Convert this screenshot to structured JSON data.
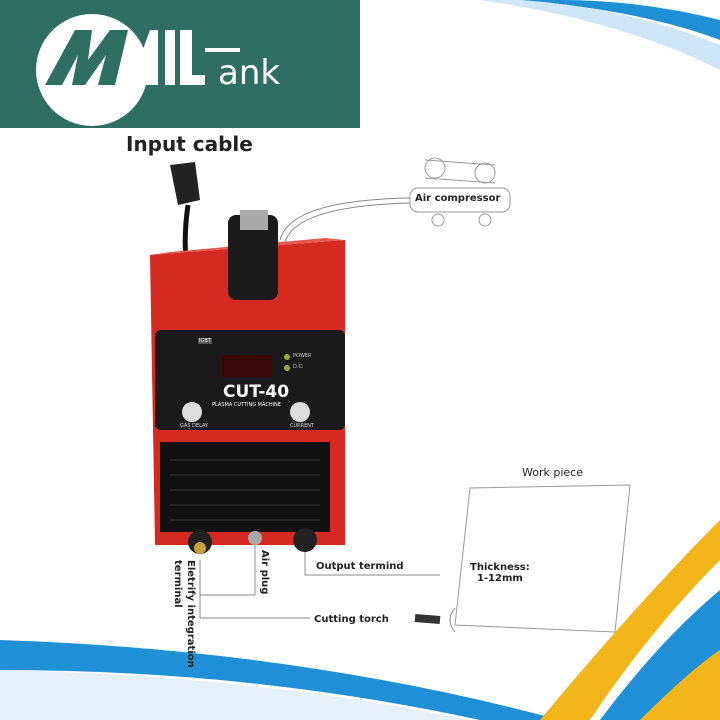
{
  "brand": {
    "logo_text": "MAILTank",
    "color": "#2e6f61"
  },
  "labels": {
    "input_cable": "Input cable",
    "air_compressor": "Air compressor",
    "work_piece": "Work piece",
    "thickness": "Thickness:",
    "thickness_value": "1-12mm",
    "output_terminal": "Output termind",
    "cutting_torch": "Cutting torch",
    "air_plug": "Air plug",
    "electrify_terminal_line1": "Eletrify integration",
    "electrify_terminal_line2": "terminal"
  },
  "machine": {
    "model": "CUT-40",
    "subtitle": "PLASMA CUTTING MACHINE",
    "power_label": "POWER",
    "dc_label": "D.C.",
    "gas_delay_label": "GAS DELAY",
    "current_label": "CURRENT",
    "badge": "IGBT",
    "body_color": "#d42a22"
  },
  "colors": {
    "swoosh_blue": "#1f8fd6",
    "swoosh_yellow": "#f2b51a"
  }
}
